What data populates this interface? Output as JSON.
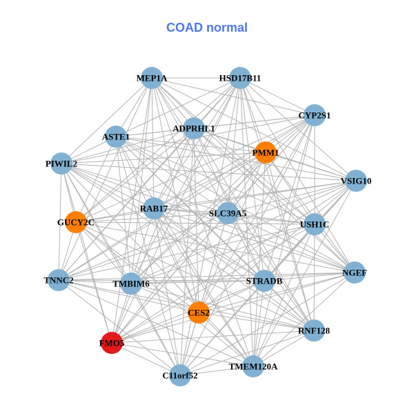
{
  "title": "COAD normal",
  "colors": {
    "title": "#4d79f0",
    "edge": "#b3b3b3",
    "blue": "#80b1d3",
    "orange": "#ff7f00",
    "red": "#e31a1c"
  },
  "nodes": [
    {
      "id": "MEP1A",
      "color": "blue"
    },
    {
      "id": "HSD17B11",
      "color": "blue"
    },
    {
      "id": "CYP2S1",
      "color": "blue"
    },
    {
      "id": "ASTE1",
      "color": "blue"
    },
    {
      "id": "ADPRHL1",
      "color": "blue"
    },
    {
      "id": "PMM1",
      "color": "orange"
    },
    {
      "id": "PIWIL2",
      "color": "blue"
    },
    {
      "id": "VSIG10",
      "color": "blue"
    },
    {
      "id": "RAB17",
      "color": "blue"
    },
    {
      "id": "SLC39A5",
      "color": "blue"
    },
    {
      "id": "GUCY2C",
      "color": "orange"
    },
    {
      "id": "USH1C",
      "color": "blue"
    },
    {
      "id": "NGEF",
      "color": "blue"
    },
    {
      "id": "TNNC2",
      "color": "blue"
    },
    {
      "id": "TMBIM6",
      "color": "blue"
    },
    {
      "id": "STRADB",
      "color": "blue"
    },
    {
      "id": "CES2",
      "color": "orange"
    },
    {
      "id": "RNF128",
      "color": "blue"
    },
    {
      "id": "FMO5",
      "color": "red"
    },
    {
      "id": "TMEM120A",
      "color": "blue"
    },
    {
      "id": "C11orf52",
      "color": "blue"
    }
  ]
}
